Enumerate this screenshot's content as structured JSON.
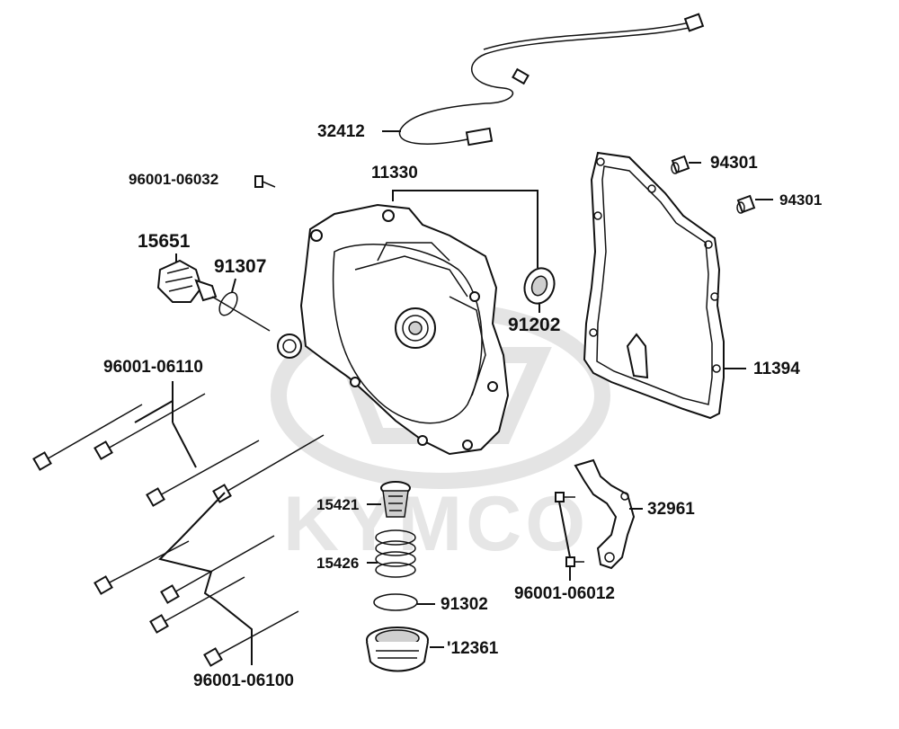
{
  "watermark": {
    "brand": "KYMCO"
  },
  "colors": {
    "ink": "#111111",
    "watermark": "#e4e4e4",
    "fill": "#cfcfcf"
  },
  "labels": {
    "p32412": "32412",
    "p96001_06032": "96001-06032",
    "p11330": "11330",
    "p94301_a": "94301",
    "p94301_b": "94301",
    "p15651": "15651",
    "p91307": "91307",
    "p91202": "91202",
    "p11394": "11394",
    "p96001_06110": "96001-06110",
    "p15421": "15421",
    "p32961": "32961",
    "p15426": "15426",
    "p96001_06012": "96001-06012",
    "p91302": "91302",
    "p12361": "'12361",
    "p96001_06100": "96001-06100"
  }
}
